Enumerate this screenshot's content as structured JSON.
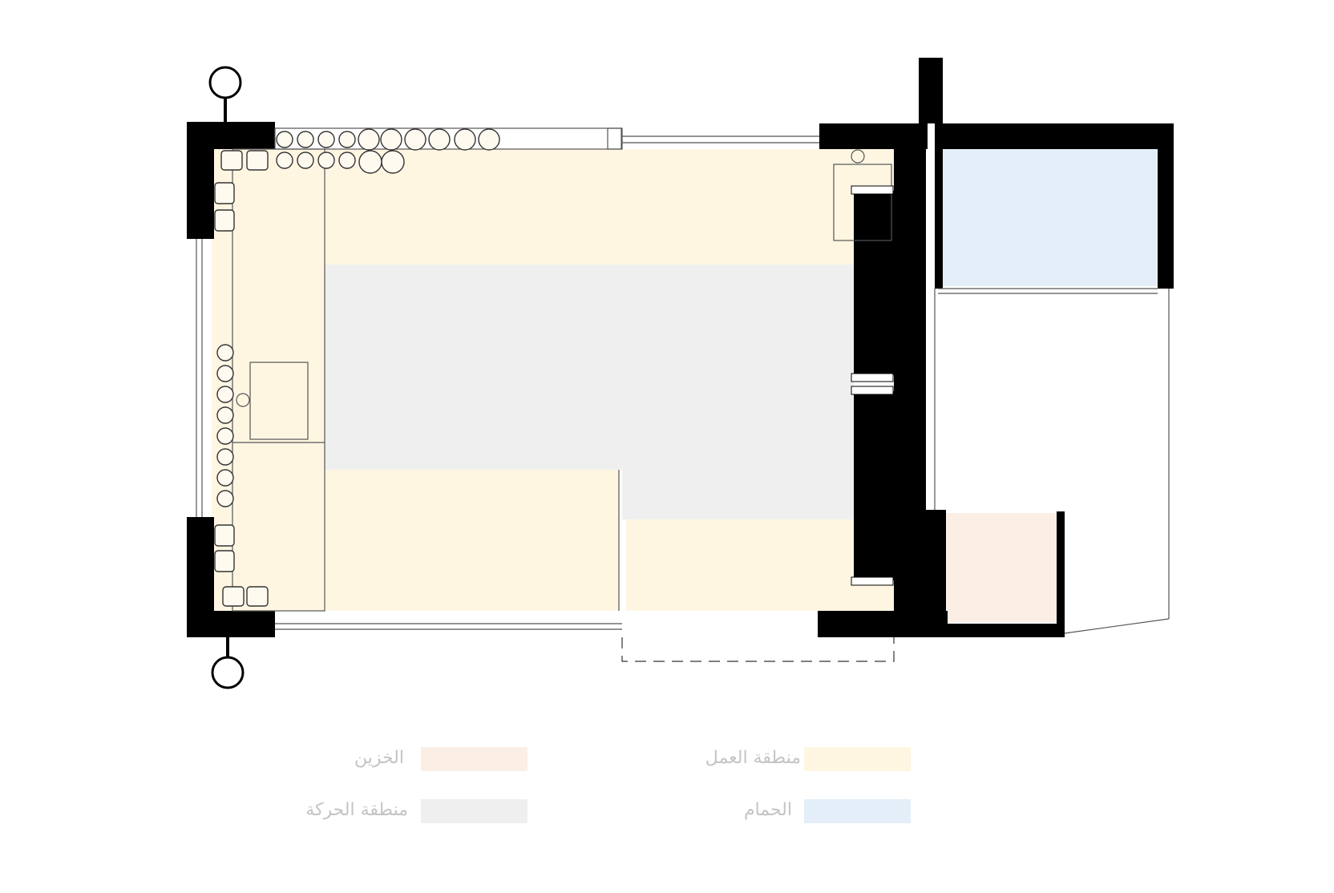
{
  "legend": [
    {
      "label": "منطقة العمل",
      "color": "#fff6e2"
    },
    {
      "label": "الخزين",
      "color": "#fbeee4"
    },
    {
      "label": "الحمام",
      "color": "#e4eef8"
    },
    {
      "label": "منطقة الحركة",
      "color": "#efefef"
    }
  ],
  "colors": {
    "wall": "#000000",
    "work_zone": "#fff6e2",
    "storage_zone": "#fbeee4",
    "bathroom_zone": "#e4eef8",
    "circulation_zone": "#efefef",
    "line": "#555555"
  }
}
